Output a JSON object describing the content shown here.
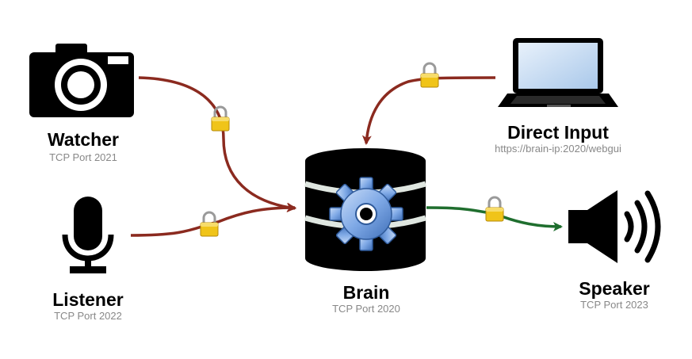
{
  "nodes": {
    "watcher": {
      "title": "Watcher",
      "subtitle": "TCP Port 2021"
    },
    "listener": {
      "title": "Listener",
      "subtitle": "TCP Port 2022"
    },
    "brain": {
      "title": "Brain",
      "subtitle": "TCP Port 2020"
    },
    "direct": {
      "title": "Direct Input",
      "subtitle": "https://brain-ip:2020/webgui"
    },
    "speaker": {
      "title": "Speaker",
      "subtitle": "TCP Port 2023"
    }
  },
  "icons": {
    "watcher": "camera-icon",
    "listener": "microphone-icon",
    "brain": "database-gear-icon",
    "direct": "laptop-icon",
    "speaker": "speaker-icon",
    "connection": "padlock-icon"
  },
  "colors": {
    "incoming_arrow": "#8b2a1f",
    "outgoing_arrow": "#1f6e2e",
    "gear": "#7fa9e6",
    "lock_body": "#f0c419"
  }
}
